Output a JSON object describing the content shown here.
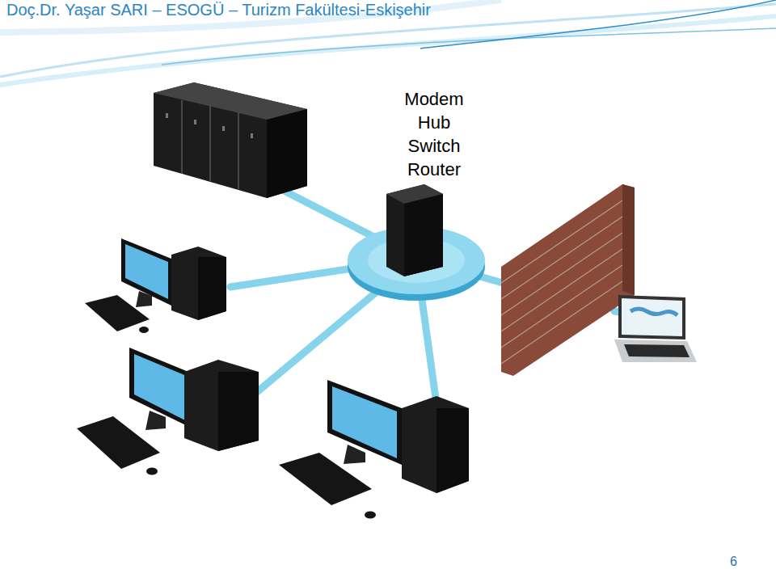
{
  "diagram": {
    "labels": [
      "Doç.Dr. Yaşar SARI – ESOGÜ – Turizm Fakültesi-Eskişehir",
      "Modem",
      "Hub",
      "Switch",
      "Router",
      "6"
    ]
  }
}
